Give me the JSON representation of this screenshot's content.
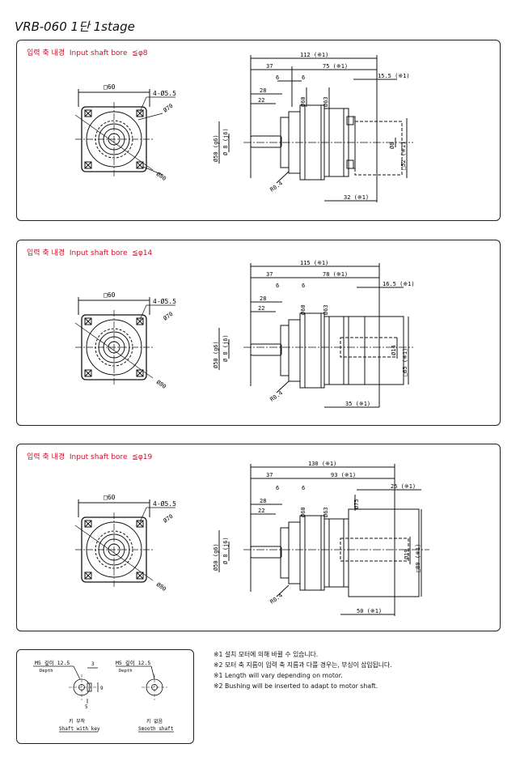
{
  "title": "VRB-060  1단  1stage",
  "panels": [
    {
      "label": "입력 축 내경  Input shaft bore  ≦φ8",
      "front": {
        "square": "□60",
        "holes": "4-Ø5.5",
        "pcd": "Ø70",
        "diag": "Ø80"
      },
      "side": {
        "total": "112 (※1)",
        "left": "37",
        "right": "75 (※1)",
        "tail": "15.5 (※1)",
        "d28": "28",
        "d22": "22",
        "d6a": "6",
        "d6b": "6",
        "phi50": "Ø50 (g6)",
        "phi_shaft": "Ø 8 (j6)",
        "phi60": "Ø60",
        "phi63": "Ø63",
        "r04": "R0.4",
        "bore": "Ø8",
        "square_r": "□52 (※1)",
        "bottom": "32 (※1)"
      }
    },
    {
      "label": "입력 축 내경  Input shaft bore  ≦φ14",
      "front": {
        "square": "□60",
        "holes": "4-Ø5.5",
        "pcd": "Ø70",
        "diag": "Ø80"
      },
      "side": {
        "total": "115 (※1)",
        "left": "37",
        "right": "78 (※1)",
        "tail": "16.5 (※1)",
        "d28": "28",
        "d22": "22",
        "d6a": "6",
        "d6b": "6",
        "phi50": "Ø50 (g6)",
        "phi_shaft": "Ø 8 (j6)",
        "phi60": "Ø60",
        "phi63": "Ø63",
        "r04": "R0.4",
        "bore": "Ø14",
        "square_r": "□65 (※1)",
        "bottom": "35 (※1)"
      }
    },
    {
      "label": "입력 축 내경  Input shaft bore  ≦φ19",
      "front": {
        "square": "□60",
        "holes": "4-Ø5.5",
        "pcd": "Ø70",
        "diag": "Ø80"
      },
      "side": {
        "total": "130 (※1)",
        "left": "37",
        "right": "93 (※1)",
        "tail": "25 (※1)",
        "d28": "28",
        "d22": "22",
        "d6a": "6",
        "d6b": "6",
        "phi50": "Ø50 (g6)",
        "phi_shaft": "Ø 8 (j6)",
        "phi60": "Ø60",
        "phi63": "Ø63",
        "phi75": "Ø75",
        "r04": "R0.4",
        "bore": "Ø19",
        "square_r": "□80 (※1)",
        "bottom": "50 (※1)"
      }
    }
  ],
  "detail": {
    "tap_left": "M5 깊이 12.5",
    "depth_left": "Depth",
    "tap_right": "M5 깊이 12.5",
    "depth_right": "Depth",
    "key_w": "3",
    "key_h": "9",
    "key_d": "5",
    "key_kr": "키 부착",
    "key_en": "Shaft with key",
    "smooth_kr": "키 없음",
    "smooth_en": "Smooth shaft"
  },
  "notes": [
    "※1  설치 모터에 의해 바뀔 수 있습니다.",
    "※2  모터 축 지름이 입력 축 지름과 다를 경우는, 부싱이 삽입됩니다.",
    "※1  Length will vary depending on motor.",
    "※2  Bushing will be inserted to adapt to motor shaft."
  ]
}
